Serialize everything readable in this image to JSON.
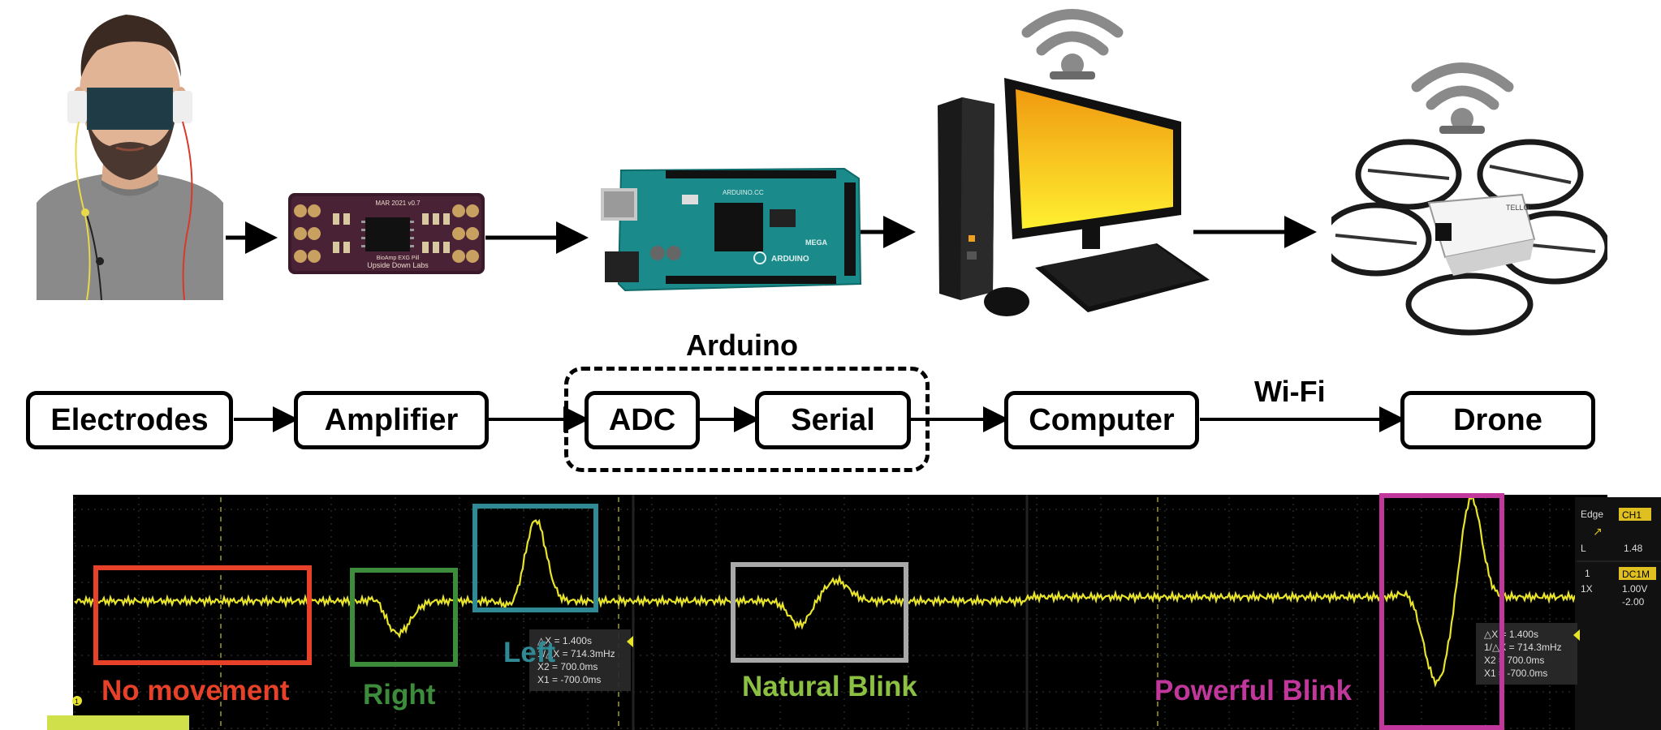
{
  "flow": {
    "blocks": [
      "Electrodes",
      "Amplifier",
      "ADC",
      "Serial",
      "Computer",
      "Drone"
    ],
    "group_label": "Arduino",
    "link_label": "Wi-Fi"
  },
  "hardware": {
    "amplifier_silkscreen": [
      "Upside Down Labs",
      "BioAmp EXG Pill",
      "MAR 2021 v0.7"
    ],
    "arduino_silkscreen": [
      "ARDUINO.CC",
      "MEGA",
      "ARDUINO"
    ],
    "drone_silkscreen": "TELLO"
  },
  "scope": {
    "trigger": {
      "mode": "Edge",
      "channel": "CH1",
      "slope_symbol": "↗",
      "level": "1.48"
    },
    "channel": {
      "coupling": "DC1M",
      "probe": "1X",
      "value1": "1.00V",
      "value2": "-2.00"
    },
    "readout": {
      "dx": "△X = 1.400s",
      "inv_dx": "1/△X = 714.3mHz",
      "x2": "X2 = 700.0ms",
      "x1": "X1 = -700.0ms"
    },
    "marker": "1",
    "events": [
      {
        "label": "No movement",
        "color": "#e8412a"
      },
      {
        "label": "Right",
        "color": "#3c8c3c"
      },
      {
        "label": "Left",
        "color": "#2f8a95"
      },
      {
        "label": "Natural Blink",
        "color": "#8cc043"
      },
      {
        "label": "Powerful Blink",
        "color": "#c2379c"
      }
    ]
  }
}
